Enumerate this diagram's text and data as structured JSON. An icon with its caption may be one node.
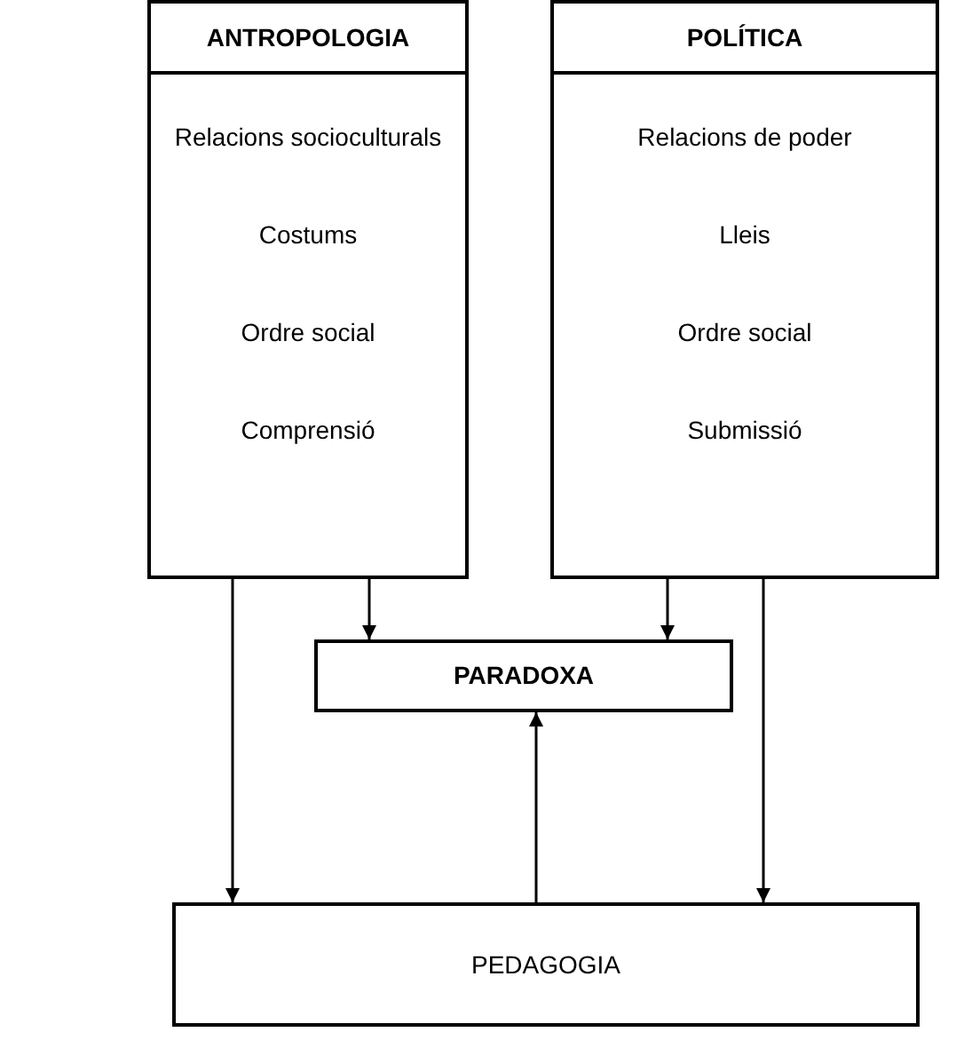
{
  "diagram": {
    "nodes": [
      {
        "text": [
          "ANTROPOLOGIA",
          "Relacions socioculturals",
          "Costums",
          "Ordre social",
          "Comprensió"
        ]
      },
      {
        "text": [
          "POLÍTICA",
          "Relacions de poder",
          "Lleis",
          "Ordre social",
          "Submissió"
        ]
      },
      {
        "text": [
          "PARADOXA"
        ]
      },
      {
        "text": [
          "PEDAGOGIA"
        ]
      }
    ],
    "edges": [
      {
        "from": 0,
        "to": 3,
        "arrow": "to"
      },
      {
        "from": 0,
        "to": 2,
        "arrow": "to"
      },
      {
        "from": 1,
        "to": 2,
        "arrow": "to"
      },
      {
        "from": 1,
        "to": 3,
        "arrow": "to"
      },
      {
        "from": 3,
        "to": 2,
        "arrow": "to"
      }
    ]
  }
}
